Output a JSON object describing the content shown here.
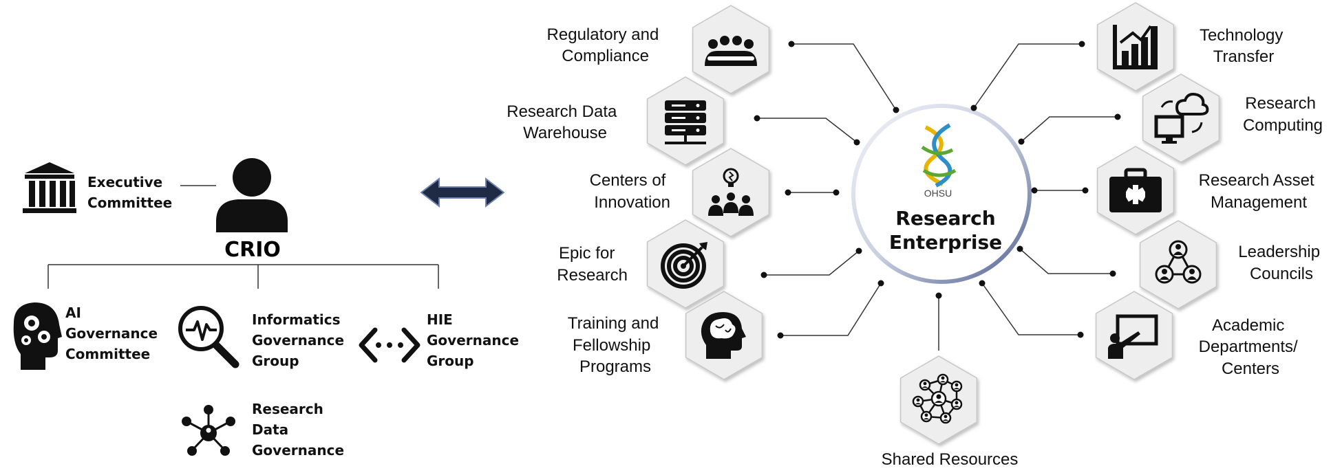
{
  "governance": {
    "executive_committee": [
      "Executive",
      "Committee"
    ],
    "crio": "CRIO",
    "groups": [
      [
        "AI",
        "Governance",
        "Committee"
      ],
      [
        "Informatics",
        "Governance",
        "Group"
      ],
      [
        "HIE",
        "Governance",
        "Group"
      ],
      [
        "Research",
        "Data",
        "Governance"
      ]
    ]
  },
  "hub": {
    "logo_text": "OHSU",
    "title_line1": "Research",
    "title_line2": "Enterprise"
  },
  "left_spokes": [
    {
      "lines": [
        "Regulatory and",
        "Compliance"
      ],
      "icon": "meeting-icon"
    },
    {
      "lines": [
        "Research Data",
        "Warehouse"
      ],
      "icon": "server-icon"
    },
    {
      "lines": [
        "Centers of",
        "Innovation"
      ],
      "icon": "idea-team-icon"
    },
    {
      "lines": [
        "Epic for",
        "Research"
      ],
      "icon": "target-icon"
    },
    {
      "lines": [
        "Training and",
        "Fellowship",
        "Programs"
      ],
      "icon": "brain-head-icon"
    }
  ],
  "right_spokes": [
    {
      "lines": [
        "Technology",
        "Transfer"
      ],
      "icon": "bar-chart-icon"
    },
    {
      "lines": [
        "Research",
        "Computing"
      ],
      "icon": "cloud-computer-icon"
    },
    {
      "lines": [
        "Research Asset",
        "Management"
      ],
      "icon": "medical-kit-icon"
    },
    {
      "lines": [
        "Leadership",
        "Councils"
      ],
      "icon": "network-people-icon"
    },
    {
      "lines": [
        "Academic",
        "Departments/",
        "Centers"
      ],
      "icon": "presentation-icon"
    }
  ],
  "bottom_spoke": {
    "lines": [
      "Shared Resources"
    ],
    "icon": "people-network-icon"
  },
  "colors": {
    "hex_fill": "#eeeeee",
    "hex_stroke": "#c6c6c6",
    "arrow_fill": "#1f2a44",
    "ring_start": "#e4e8f0",
    "ring_end": "#5a6a9a"
  }
}
